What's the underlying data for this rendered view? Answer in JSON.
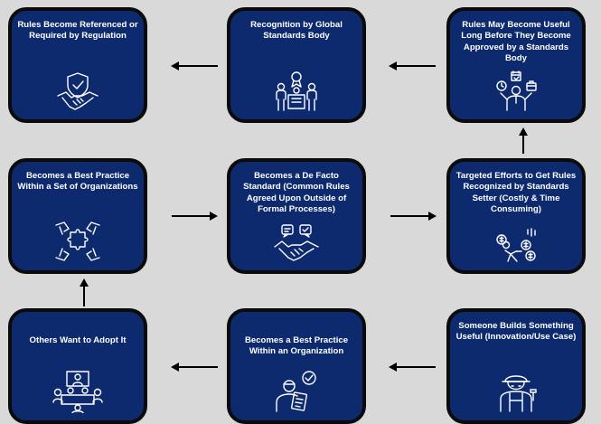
{
  "colors": {
    "background": "#d9d9d9",
    "box_fill": "#0e2a6e",
    "box_border": "#0b0b0b",
    "text": "#ffffff"
  },
  "nodes": {
    "n1": {
      "label": "Rules Become Referenced or Required by Regulation",
      "icon": "handshake-shield-icon"
    },
    "n2": {
      "label": "Recognition by Global Standards Body",
      "icon": "award-presenter-icon"
    },
    "n3": {
      "label": "Rules May Become Useful Long Before They Become Approved by a Standards Body",
      "icon": "person-juggling-tasks-icon"
    },
    "n4": {
      "label": "Becomes a Best Practice Within a Set of Organizations",
      "icon": "puzzle-hands-icon"
    },
    "n5": {
      "label": "Becomes a De Facto Standard (Common Rules Agreed Upon Outside of Formal Processes)",
      "icon": "handshake-agreement-icon"
    },
    "n6": {
      "label": "Targeted Efforts to Get Rules Recognized by Standards Setter (Costly & Time Consuming)",
      "icon": "person-pushing-money-icon"
    },
    "n7": {
      "label": "Others Want to Adopt It",
      "icon": "meeting-table-icon"
    },
    "n8": {
      "label": "Becomes a Best Practice Within an Organization",
      "icon": "reviewer-check-icon"
    },
    "n9": {
      "label": "Someone Builds Something Useful (Innovation/Use Case)",
      "icon": "builder-worker-icon"
    }
  }
}
